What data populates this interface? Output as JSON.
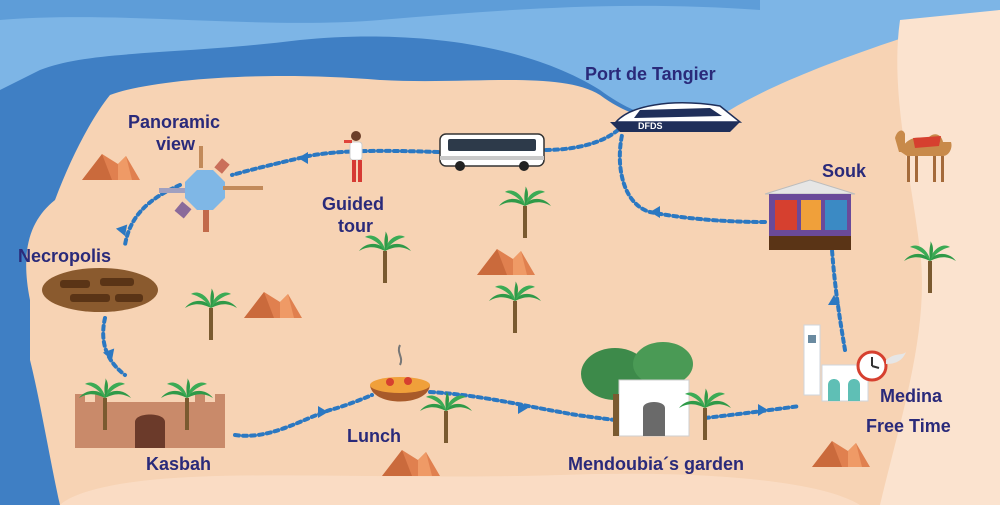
{
  "map": {
    "stops": [
      {
        "id": "port",
        "label": "Port de Tangier",
        "vessel_text": "DFDS"
      },
      {
        "id": "guided",
        "label_line1": "Guided",
        "label_line2": "tour"
      },
      {
        "id": "panoramic",
        "label_line1": "Panoramic",
        "label_line2": "view"
      },
      {
        "id": "necropolis",
        "label": "Necropolis"
      },
      {
        "id": "kasbah",
        "label": "Kasbah"
      },
      {
        "id": "lunch",
        "label": "Lunch"
      },
      {
        "id": "garden",
        "label": "Mendoubia´s garden"
      },
      {
        "id": "medina",
        "label_line1": "Medina",
        "label_line2": "Free Time"
      },
      {
        "id": "souk",
        "label": "Souk"
      }
    ],
    "colors": {
      "sea_dark": "#3f7fc4",
      "sea_light": "#7db5e6",
      "land": "#f7d3b4",
      "land_light": "#fbe3cf",
      "route": "#2b78c2",
      "label": "#2a2a7a",
      "mountain": "#e0804f",
      "mountain_shade": "#b8572e",
      "palm": "#2f9a48"
    }
  }
}
